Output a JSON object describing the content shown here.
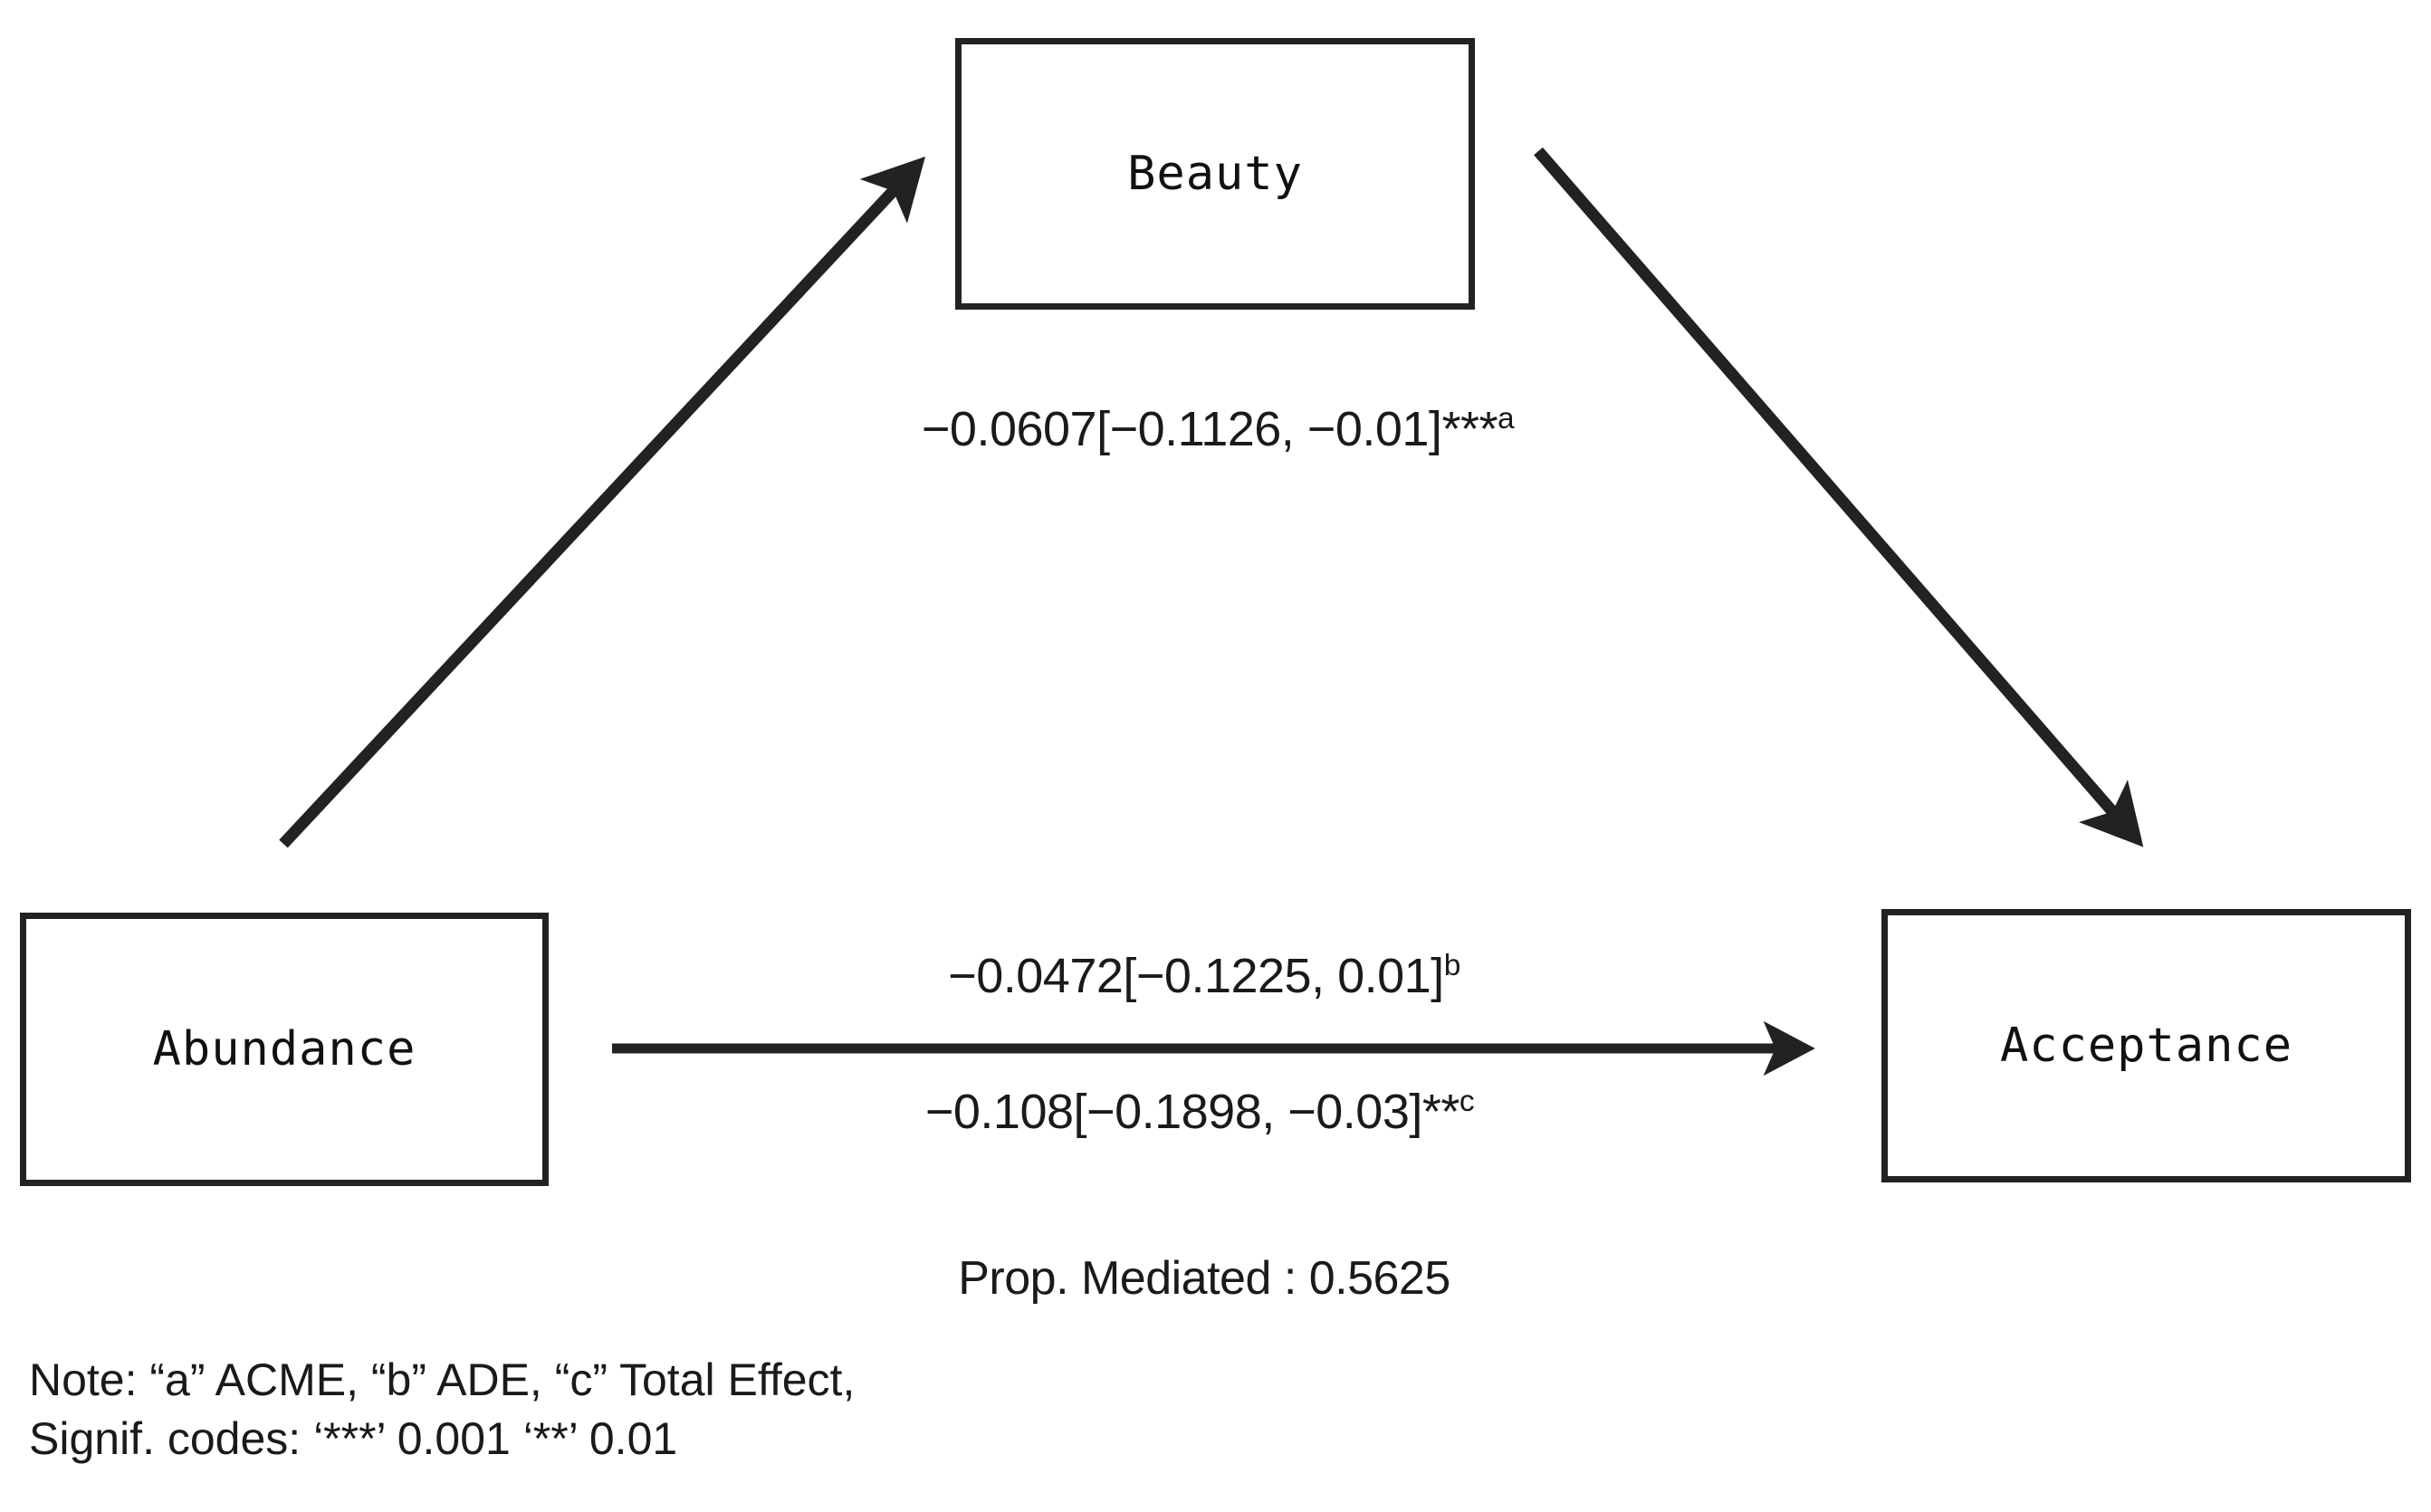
{
  "diagram": {
    "type": "mediation-path-diagram",
    "nodes": [
      {
        "id": "abundance",
        "label": "Abundance",
        "role": "independent-variable"
      },
      {
        "id": "beauty",
        "label": "Beauty",
        "role": "mediator"
      },
      {
        "id": "acceptance",
        "label": "Acceptance",
        "role": "dependent-variable"
      }
    ],
    "edges": [
      {
        "id": "acme",
        "from": "abundance",
        "to": "beauty-to-acceptance",
        "label": "−0.0607[−0.1126, −0.01]",
        "stars": "***",
        "marker": "a",
        "estimate": -0.0607,
        "ci_lower": -0.1126,
        "ci_upper": -0.01,
        "effect_name": "ACME"
      },
      {
        "id": "ade",
        "from": "abundance",
        "to": "acceptance",
        "label": "−0.0472[−0.1225, 0.01]",
        "stars": "",
        "marker": "b",
        "estimate": -0.0472,
        "ci_lower": -0.1225,
        "ci_upper": 0.01,
        "effect_name": "ADE"
      },
      {
        "id": "total",
        "from": "abundance",
        "to": "acceptance",
        "label": "−0.108[−0.1898, −0.03]",
        "stars": "**",
        "marker": "c",
        "estimate": -0.108,
        "ci_lower": -0.1898,
        "ci_upper": -0.03,
        "effect_name": "Total Effect"
      }
    ],
    "prop_mediated": {
      "text": "Prop. Mediated : 0.5625",
      "value": 0.5625
    },
    "note": {
      "line1": "Note: “a” ACME, “b” ADE, “c” Total Effect,",
      "line2": "Signif. codes: ‘***’ 0.001 ‘**’ 0.01"
    },
    "colors": {
      "stroke": "#222222",
      "text": "#1a1a1a",
      "background": "#ffffff"
    }
  }
}
